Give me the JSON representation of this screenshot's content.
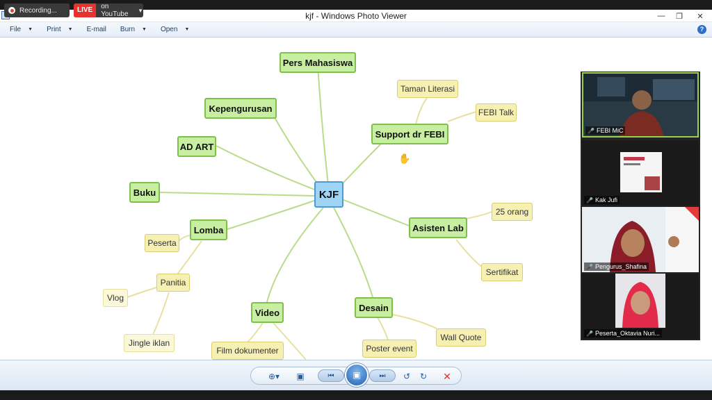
{
  "recording": {
    "label": "Recording...",
    "live_badge": "LIVE",
    "live_target": "on YouTube"
  },
  "window": {
    "title": "kjf - Windows Photo Viewer"
  },
  "menu": [
    {
      "label": "File"
    },
    {
      "label": "Print"
    },
    {
      "label": "E-mail"
    },
    {
      "label": "Burn"
    },
    {
      "label": "Open"
    }
  ],
  "help_icon": "?",
  "mindmap": {
    "center": "KJF",
    "nodes": {
      "pers": "Pers Mahasiswa",
      "kepengurusan": "Kepengurusan",
      "adart": "AD ART",
      "buku": "Buku",
      "lomba": "Lomba",
      "video": "Video",
      "desain": "Desain",
      "asisten": "Asisten Lab",
      "support": "Support dr FEBI",
      "taman": "Taman Literasi",
      "febitalk": "FEBI Talk",
      "orang": "25 orang",
      "sertifikat": "Sertifikat",
      "wallquote": "Wall Quote",
      "posterevent": "Poster event",
      "filmdok": "Film dokumenter",
      "peserta": "Peserta",
      "panitia": "Panitia",
      "vlog": "Vlog",
      "jingle": "Jingle iklan"
    }
  },
  "participants": [
    {
      "name": "FEBI MiC",
      "muted": false,
      "active": true
    },
    {
      "name": "Kak Jufi",
      "muted": true,
      "active": false
    },
    {
      "name": "Pengurus_Shafina",
      "muted": true,
      "active": false
    },
    {
      "name": "Peserta_Oktavia Nuri...",
      "muted": true,
      "active": false
    }
  ],
  "colors": {
    "node_green": "#c7eea1",
    "node_yellow": "#f7f0b3",
    "center_blue": "#9fd4f5",
    "live_red": "#e8322f",
    "active_border": "#9bd14c"
  }
}
